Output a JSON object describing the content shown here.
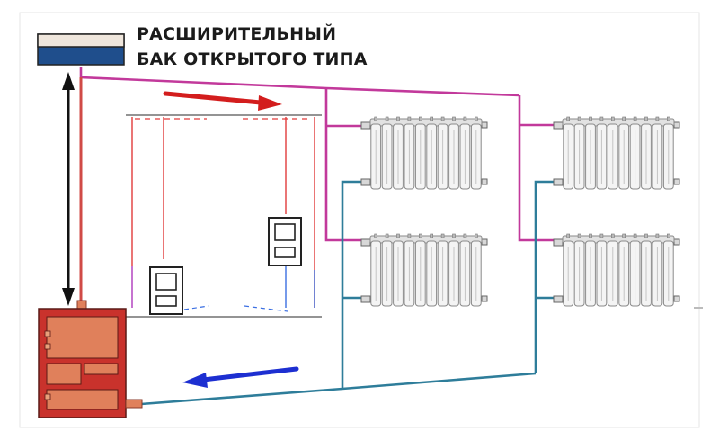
{
  "title": {
    "line1": "РАСШИРИТЕЛЬНЫЙ",
    "line2": "БАК ОТКРЫТОГО ТИПА"
  },
  "colors": {
    "supply_pipe": "#c2399b",
    "return_pipe": "#2e7d9a",
    "boiler_riser": "#d04a46",
    "boiler_body": "#c9322c",
    "boiler_panel": "#e0805b",
    "tank_top": "#efe6dc",
    "tank_water": "#1f4e8c",
    "hot_arrow": "#d31d1d",
    "cold_arrow": "#1d2fd1",
    "radiator_fill": "#f4f4f4",
    "radiator_stroke": "#8a8a8a"
  },
  "elements": {
    "expansion_tank": "expansion-tank",
    "boiler": "boiler",
    "radiators": [
      "radiator-top-left",
      "radiator-bottom-left",
      "radiator-top-right",
      "radiator-bottom-right"
    ],
    "inset": "inset-diagram",
    "hot_arrow_icon": "arrow-right-icon",
    "cold_arrow_icon": "arrow-left-icon",
    "double_arrow_icon": "double-arrow-icon"
  }
}
